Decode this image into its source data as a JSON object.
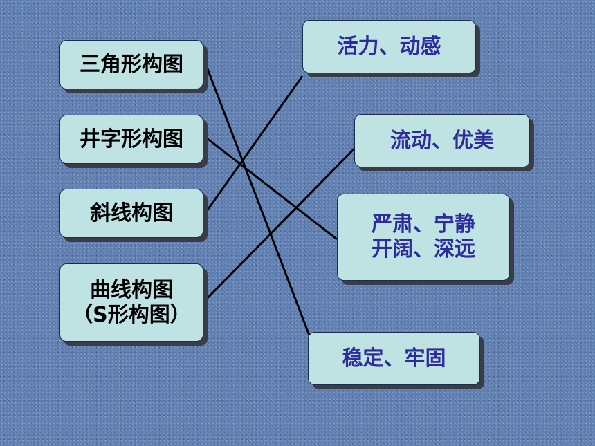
{
  "left_items": [
    {
      "lines": [
        "三角形构图"
      ]
    },
    {
      "lines": [
        "井字形构图"
      ]
    },
    {
      "lines": [
        "斜线构图"
      ]
    },
    {
      "lines": [
        "曲线构图",
        "（S形构图）"
      ]
    }
  ],
  "right_items": [
    {
      "lines": [
        "活力、动感"
      ]
    },
    {
      "lines": [
        "流动、优美"
      ]
    },
    {
      "lines": [
        "严肃、宁静",
        "开阔、深远"
      ]
    },
    {
      "lines": [
        "稳定、牢固"
      ]
    }
  ],
  "colors": {
    "background": "#5f80b4",
    "box_fill": "#bfe3e3",
    "left_text": "#000000",
    "right_text": "#2e2c9c",
    "connector": "#000000"
  },
  "connections": [
    {
      "from": "三角形构图",
      "to": "稳定、牢固"
    },
    {
      "from": "井字形构图",
      "to": "严肃、宁静 开阔、深远"
    },
    {
      "from": "斜线构图",
      "to": "活力、动感"
    },
    {
      "from": "曲线构图（S形构图）",
      "to": "流动、优美"
    }
  ]
}
